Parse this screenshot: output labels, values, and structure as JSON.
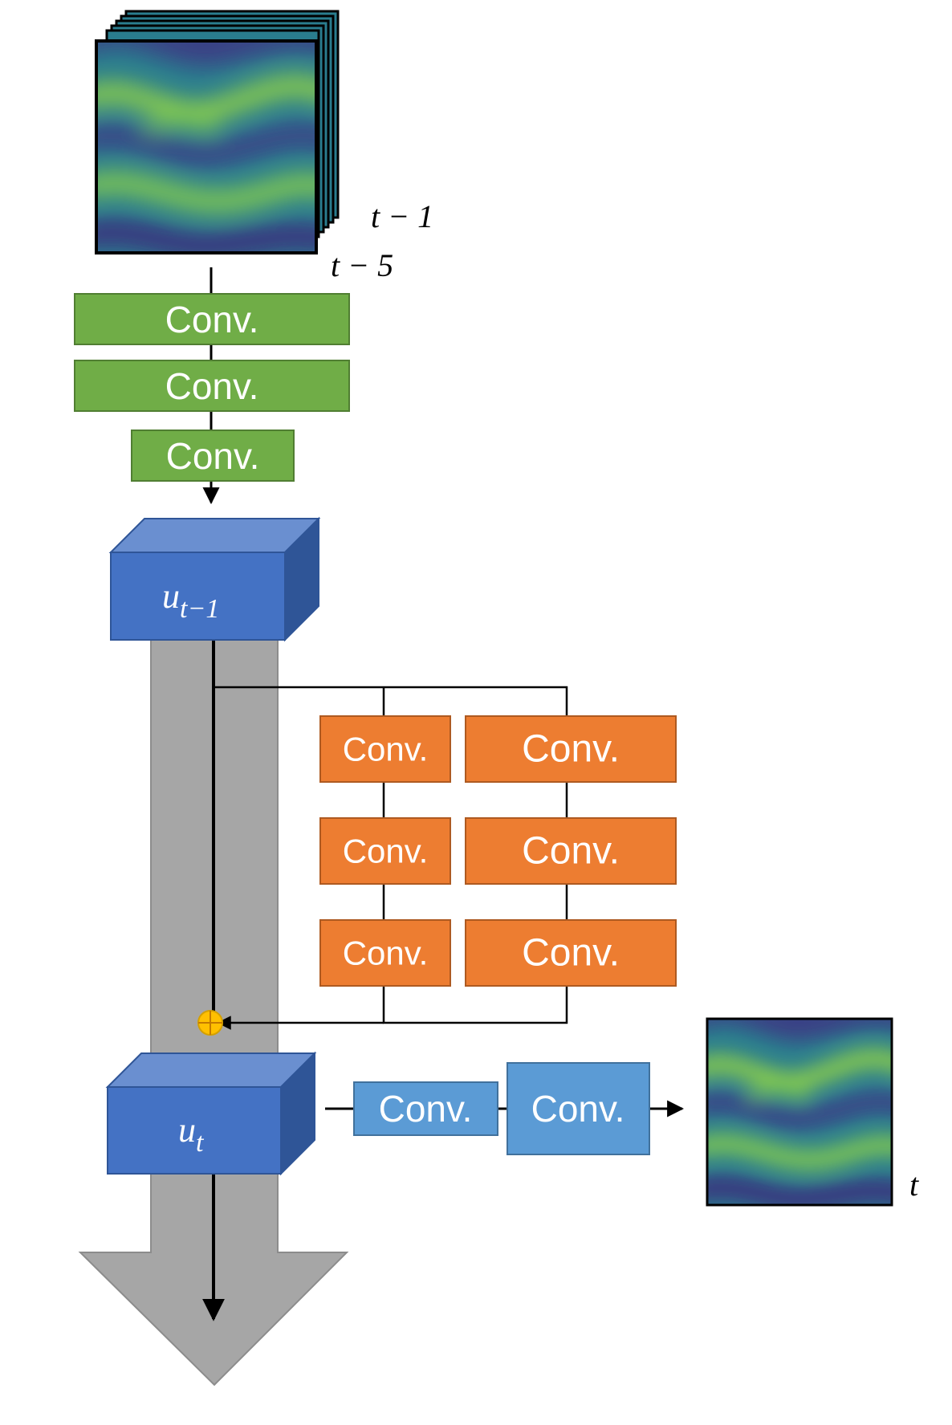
{
  "colors": {
    "encoder": "#70ad47",
    "encoder_border": "#507e32",
    "hidden_state": "#4472c4",
    "hidden_state_top": "#6a8fd0",
    "hidden_state_side": "#2f5597",
    "update": "#ed7d31",
    "update_border": "#ae5a21",
    "decoder": "#5b9bd5",
    "decoder_border": "#41719c",
    "stream_arrow": "#a6a6a6",
    "add_node": "#ffc000"
  },
  "input_stack": {
    "label_last": "t − 1",
    "label_first": "t − 5"
  },
  "encoder": {
    "layers": [
      "Conv.",
      "Conv.",
      "Conv."
    ]
  },
  "hidden_prev": {
    "base": "u",
    "subscript": "t−1"
  },
  "update_block": {
    "left_column": [
      "Conv.",
      "Conv.",
      "Conv."
    ],
    "right_column": [
      "Conv.",
      "Conv.",
      "Conv."
    ],
    "add_icon": "circled-plus-icon"
  },
  "hidden_next": {
    "base": "u",
    "subscript": "t"
  },
  "decoder": {
    "layers": [
      "Conv.",
      "Conv."
    ]
  },
  "output": {
    "label": "t"
  }
}
